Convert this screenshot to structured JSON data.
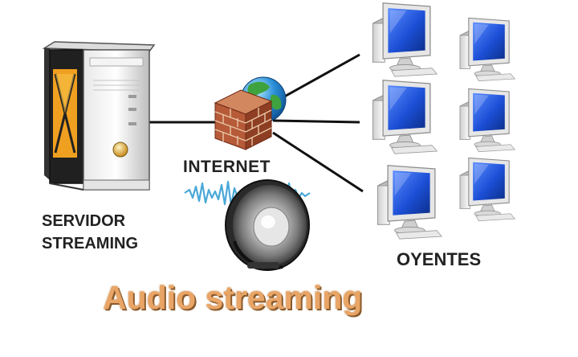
{
  "server": {
    "label_line1": "SERVIDOR",
    "label_line2": "STREAMING",
    "icon": "server-tower-icon"
  },
  "internet": {
    "label": "INTERNET",
    "firewall_icon": "brick-firewall-icon",
    "globe_icon": "globe-icon"
  },
  "listeners": {
    "label": "OYENTES",
    "count": 6,
    "icon": "desktop-computer-icon"
  },
  "audio": {
    "waveform_icon": "audio-waveform-icon",
    "speaker_icon": "speaker-icon"
  },
  "title": "Audio streaming",
  "colors": {
    "title": "#e9a566",
    "title_shadow": "#8a5a2c",
    "server_accent": "#f0a020",
    "firewall": "#b65a38",
    "monitor_screen": "#1c4fd6",
    "waveform": "#4aa8d8",
    "connection_line": "#111111"
  }
}
